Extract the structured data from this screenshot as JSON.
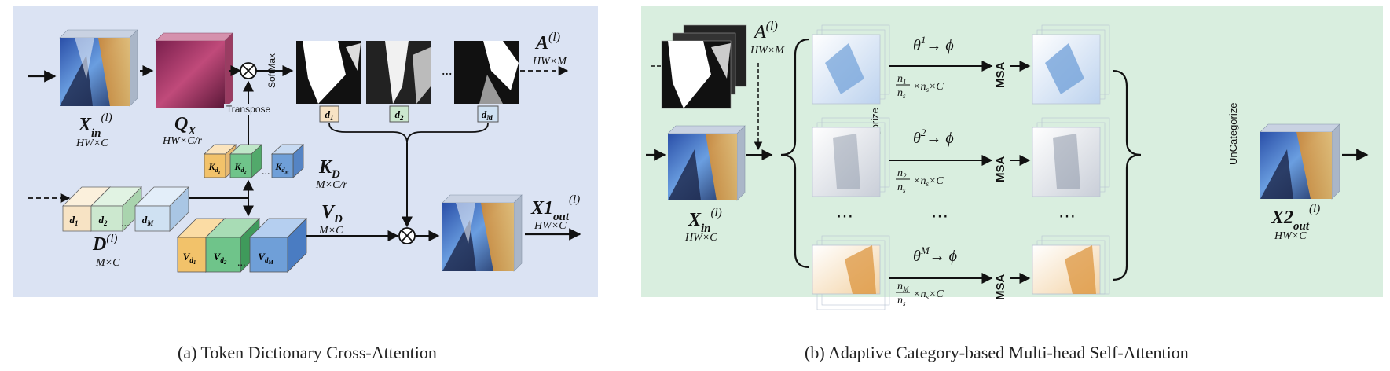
{
  "panel_a": {
    "caption": "(a) Token Dictionary Cross-Attention",
    "x_in": {
      "main": "X",
      "sup": "(l)",
      "sub": "in",
      "dim": "HW×C"
    },
    "q_x": {
      "main": "Q",
      "sub": "X",
      "dim": "HW×C/r"
    },
    "softmax": "SoftMax",
    "transpose": "Transpose",
    "attention": {
      "main": "A",
      "sup": "(l)",
      "dim": "HW×M"
    },
    "ellipsis": "...",
    "d_tags": [
      {
        "main": "d",
        "sub": "1"
      },
      {
        "main": "d",
        "sub": "2"
      },
      {
        "main": "d",
        "sub": "M"
      }
    ],
    "k_d": {
      "main": "K",
      "sub": "D",
      "dim": "M×C/r",
      "blocks": [
        {
          "main": "K",
          "sub": "d",
          "subsub": "1"
        },
        {
          "main": "K",
          "sub": "d",
          "subsub": "2"
        },
        {
          "main": "K",
          "sub": "d",
          "subsub": "M"
        }
      ]
    },
    "v_d": {
      "main": "V",
      "sub": "D",
      "dim": "M×C",
      "blocks": [
        {
          "main": "V",
          "sub": "d",
          "subsub": "1"
        },
        {
          "main": "V",
          "sub": "d",
          "subsub": "2"
        },
        {
          "main": "V",
          "sub": "d",
          "subsub": "M"
        }
      ]
    },
    "dict": {
      "main": "D",
      "sup": "(l)",
      "dim": "M×C",
      "blocks": [
        {
          "main": "d",
          "sub": "1"
        },
        {
          "main": "d",
          "sub": "2"
        },
        {
          "main": "d",
          "sub": "M"
        }
      ]
    },
    "x_out": {
      "main": "X",
      "num": "1",
      "sup": "(l)",
      "sub": "out",
      "dim": "HW×C"
    }
  },
  "panel_b": {
    "caption": "(b) Adaptive Category-based Multi-head Self-Attention",
    "attention": {
      "main": "A",
      "sup": "(l)",
      "dim": "HW×M"
    },
    "x_in": {
      "main": "X",
      "sup": "(l)",
      "sub": "in",
      "dim": "HW×C"
    },
    "categorize": "Categorize",
    "uncategorize": "UnCategorize",
    "rows": [
      {
        "theta": "θ",
        "sup": "1",
        "arrow": "→ ϕ",
        "n": "n",
        "nsub": "1",
        "ns": "n",
        "nssub": "s",
        "rest": "×n",
        "restsub": "s",
        "tail": "×C",
        "msa": "MSA"
      },
      {
        "theta": "θ",
        "sup": "2",
        "arrow": "→ ϕ",
        "n": "n",
        "nsub": "2",
        "ns": "n",
        "nssub": "s",
        "rest": "×n",
        "restsub": "s",
        "tail": "×C",
        "msa": "MSA"
      },
      {
        "theta": "θ",
        "sup": "M",
        "arrow": "→ ϕ",
        "n": "n",
        "nsub": "M",
        "ns": "n",
        "nssub": "s",
        "rest": "×n",
        "restsub": "s",
        "tail": "×C",
        "msa": "MSA"
      }
    ],
    "dots": "⋯",
    "x_out": {
      "main": "X",
      "num": "2",
      "sup": "(l)",
      "sub": "out",
      "dim": "HW×C"
    }
  },
  "colors": {
    "panel_a_bg": "#dbe3f3",
    "panel_b_bg": "#d9eedf",
    "d_block": "#f7e3c4",
    "d2_block": "#cce8cf",
    "dm_block": "#cfe1f2",
    "v1": "#f2c26a",
    "v2": "#6fc48a",
    "vm": "#6f9fd8",
    "q_fill": "#b8436e"
  }
}
